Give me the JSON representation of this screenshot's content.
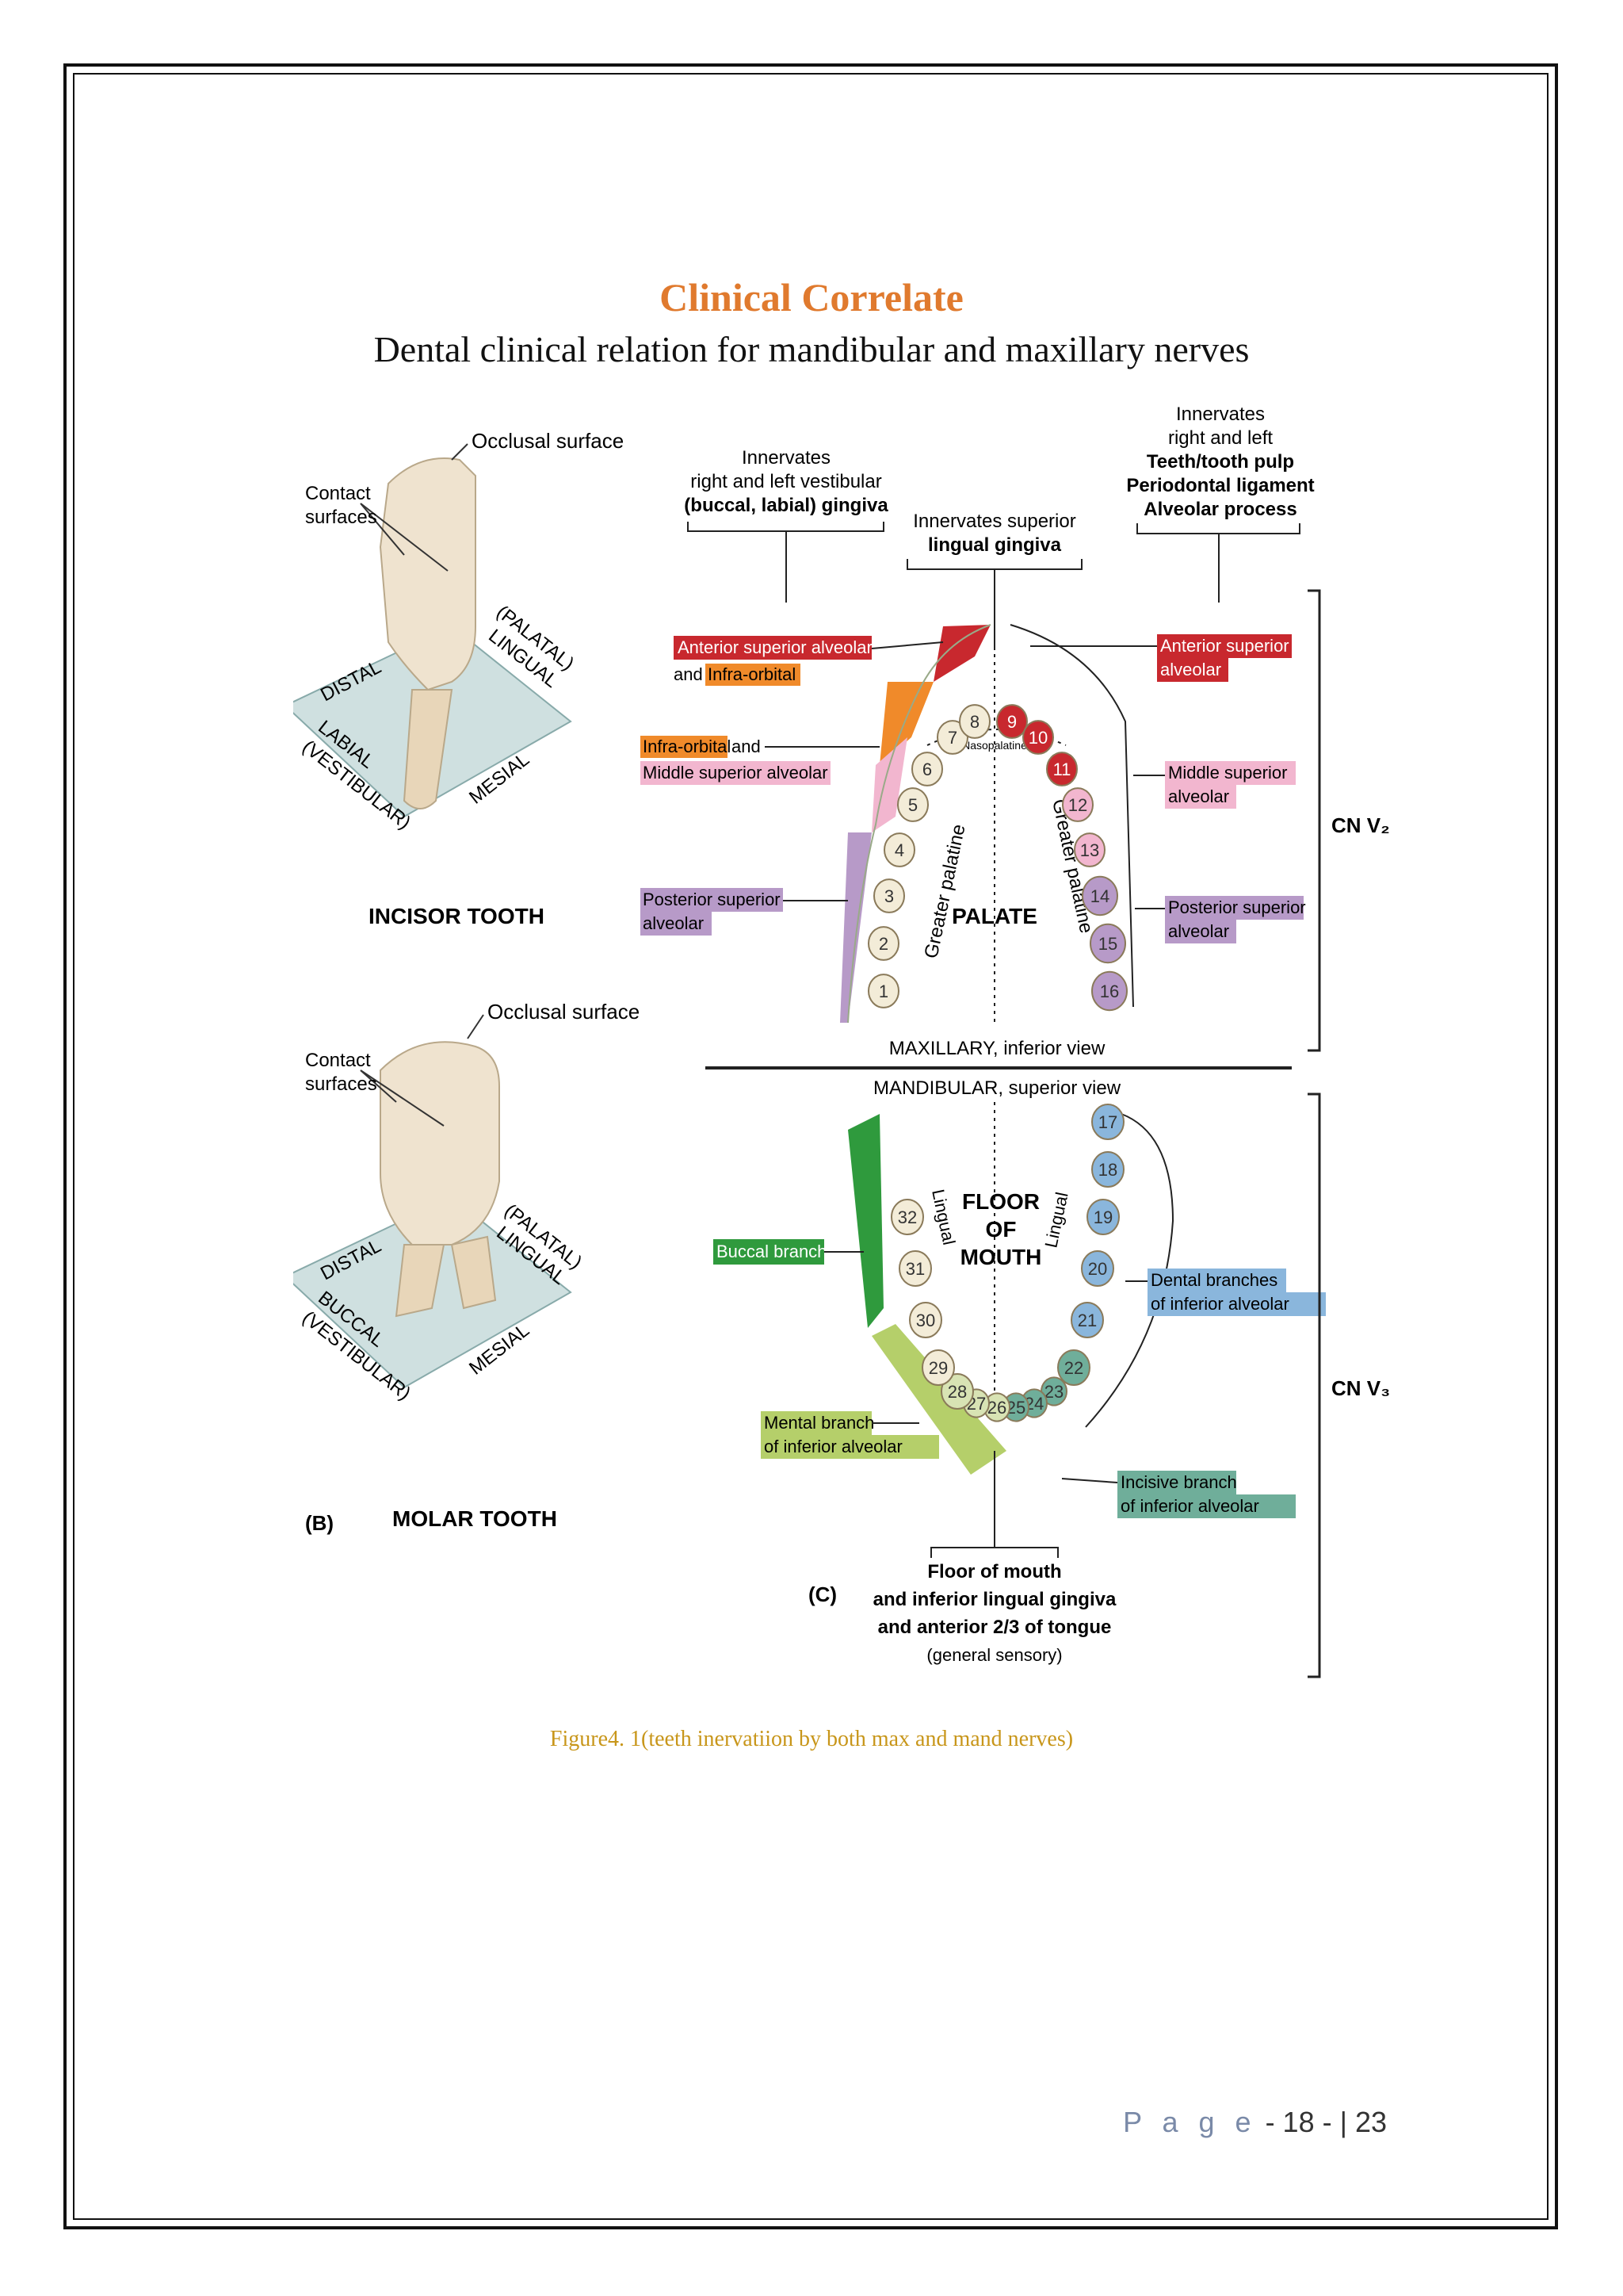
{
  "header": {
    "title": "Clinical  Correlate",
    "subtitle": "Dental clinical  relation  for mandibular  and maxillary  nerves"
  },
  "figure": {
    "incisor": {
      "occlusal": "Occlusal surface",
      "contact_1": "Contact",
      "contact_2": "surfaces",
      "distal": "DISTAL",
      "palatal_1": "(PALATAL)",
      "palatal_2": "LINGUAL",
      "labial_1": "LABIAL",
      "labial_2": "(VESTIBULAR)",
      "mesial": "MESIAL",
      "name": "INCISOR TOOTH"
    },
    "molar": {
      "occlusal": "Occlusal surface",
      "contact_1": "Contact",
      "contact_2": "surfaces",
      "distal": "DISTAL",
      "palatal_1": "(PALATAL)",
      "palatal_2": "LINGUAL",
      "buccal_1": "BUCCAL",
      "buccal_2": "(VESTIBULAR)",
      "mesial": "MESIAL",
      "panel": "(B)",
      "name": "MOLAR TOOTH"
    },
    "top_left_1": "Innervates",
    "top_left_2": "right and left vestibular",
    "top_left_3": "(buccal, labial) gingiva",
    "top_mid_1": "Innervates superior",
    "top_mid_2": "lingual gingiva",
    "top_right_1": "Innervates",
    "top_right_2": "right and left",
    "top_right_3": "Teeth/tooth pulp",
    "top_right_4": "Periodontal ligament",
    "top_right_5": "Alveolar process",
    "asa_1": "Anterior superior alveolar",
    "asa_2": "and",
    "asa_3": "Infra-orbital",
    "io_1": "Infra-orbital",
    "io_2": "and",
    "io_3": "Middle superior alveolar",
    "psa_1": "Posterior superior",
    "psa_2": "alveolar",
    "r_asa_1": "Anterior superior",
    "r_asa_2": "alveolar",
    "r_msa_1": "Middle superior",
    "r_msa_2": "alveolar",
    "r_psa_1": "Posterior superior",
    "r_psa_2": "alveolar",
    "nasopalatine": "Nasopalatine",
    "greater_palatine": "Greater palatine",
    "palate": "PALATE",
    "cn_v2": "CN V₂",
    "maxillary_view": "MAXILLARY, inferior view",
    "mandibular_view": "MANDIBULAR, superior view",
    "lingual": "Lingual",
    "floor_1": "FLOOR",
    "floor_2": "OF",
    "floor_3": "MOUTH",
    "buccal_branch": "Buccal branch",
    "dental_1": "Dental branches",
    "dental_2": "of inferior alveolar",
    "cn_v3": "CN V₃",
    "mental_1": "Mental branch",
    "mental_2": "of inferior alveolar",
    "incisive_1": "Incisive branch",
    "incisive_2": "of inferior alveolar",
    "panel_c": "(C)",
    "bottom_1": "Floor of mouth",
    "bottom_2": "and inferior lingual gingiva",
    "bottom_3": "and anterior 2/3 of tongue",
    "bottom_4": "(general sensory)",
    "upper_teeth": [
      "1",
      "2",
      "3",
      "4",
      "5",
      "6",
      "7",
      "8",
      "9",
      "10",
      "11",
      "12",
      "13",
      "14",
      "15",
      "16"
    ],
    "lower_teeth": [
      "17",
      "18",
      "19",
      "20",
      "21",
      "22",
      "23",
      "24",
      "25",
      "26",
      "27",
      "28",
      "29",
      "30",
      "31",
      "32"
    ],
    "colors": {
      "red": "#c8282e",
      "orange": "#f08a2a",
      "pink": "#f2b6cf",
      "purple": "#b79ac8",
      "green": "#2f9a3d",
      "lightgreen": "#b5cf6a",
      "blue": "#8ab6dc",
      "teal": "#6fae9a"
    }
  },
  "caption": "Figure4. 1(teeth inervatiion by both max and mand nerves)",
  "footer": {
    "page_word": "P a g e",
    "page_rest": " - 18 - | 23"
  }
}
